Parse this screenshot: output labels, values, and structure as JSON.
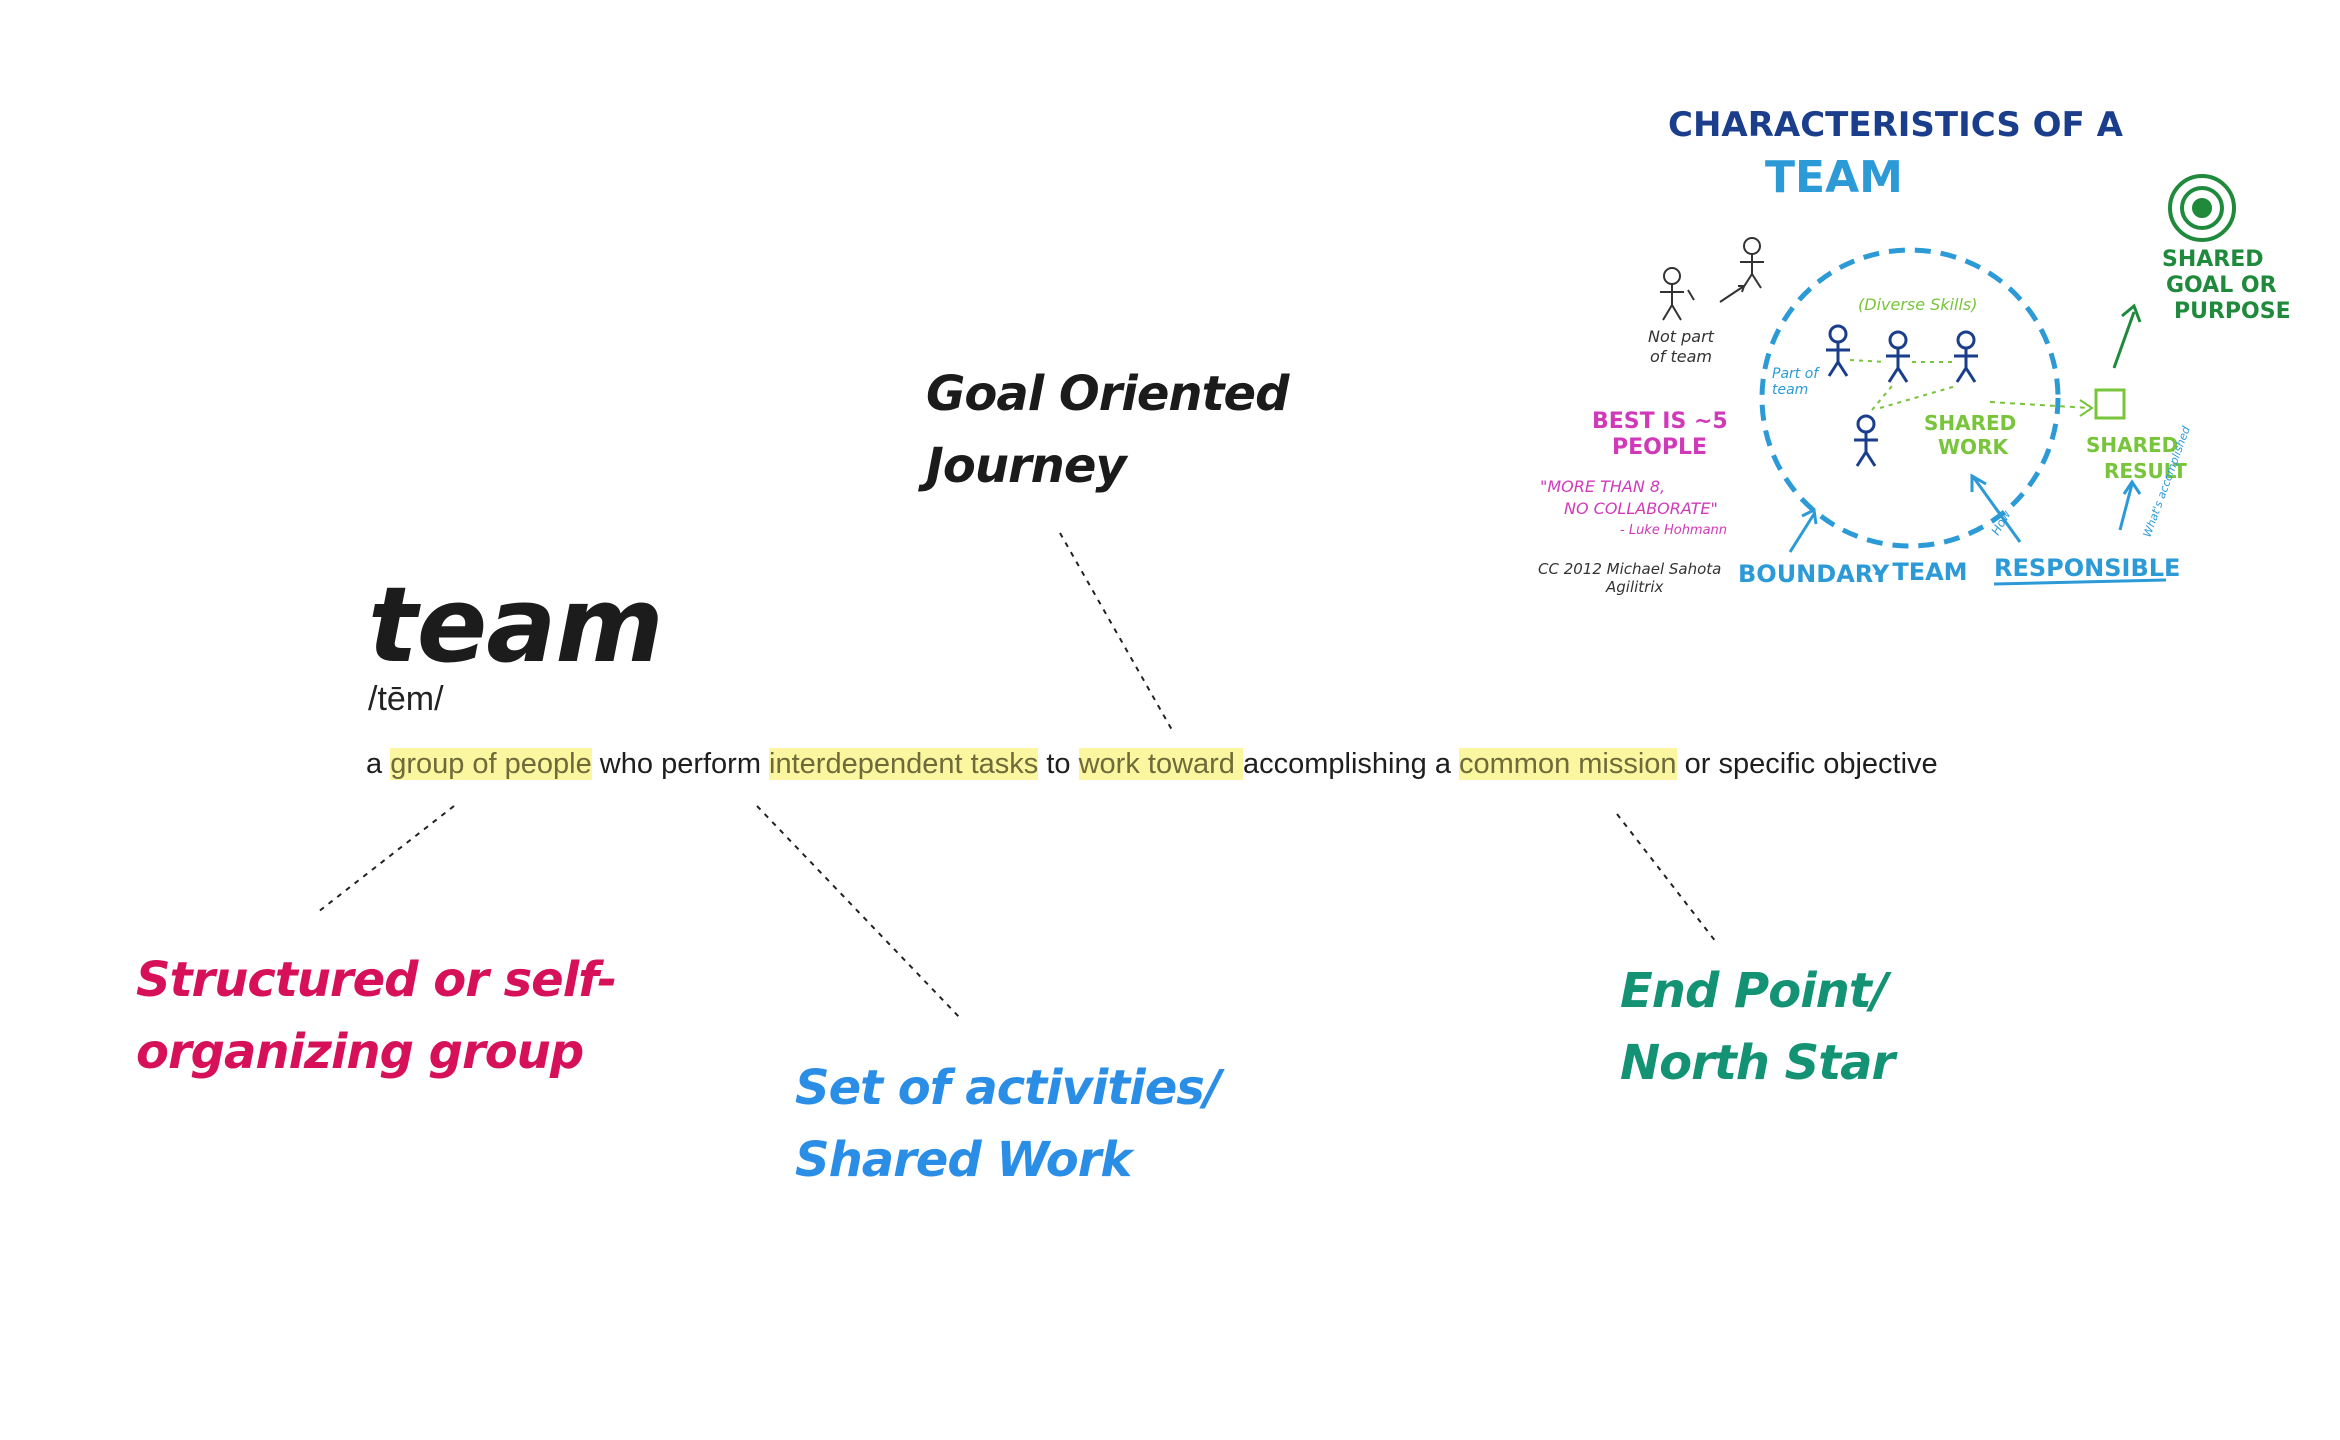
{
  "definition": {
    "word": "team",
    "pronunciation": "/tēm/",
    "segments": {
      "s0": "a ",
      "s1": "group of people",
      "s2": " who perform ",
      "s3": "interdependent tasks",
      "s4": " to ",
      "s5": "work toward ",
      "s6": "accomplishing a ",
      "s7": "common mission",
      "s8": " or specific objective"
    }
  },
  "notes": {
    "goal": {
      "line1": "Goal Oriented",
      "line2": "Journey"
    },
    "group": {
      "line1": "Structured or self-",
      "line2": "organizing group"
    },
    "tasks": {
      "line1": "Set of activities/",
      "line2": "Shared Work"
    },
    "mission": {
      "line1": "End Point/",
      "line2": "North Star"
    }
  },
  "sketch": {
    "title_line1": "CHARACTERISTICS OF A",
    "title_line2": "TEAM",
    "not_part_1": "Not part",
    "not_part_2": "of team",
    "part_of_1": "Part of",
    "part_of_2": "team",
    "diverse_skills": "(Diverse Skills)",
    "best_is_1": "BEST IS ~5",
    "best_is_2": "PEOPLE",
    "quote_1": "\"MORE THAN 8,",
    "quote_2": "NO COLLABORATE\"",
    "quote_3": "- Luke Hohmann",
    "shared_work_1": "SHARED",
    "shared_work_2": "WORK",
    "shared_goal_1": "SHARED",
    "shared_goal_2": "GOAL OR",
    "shared_goal_3": "PURPOSE",
    "shared_result_1": "SHARED",
    "shared_result_2": "RESULT",
    "how": "How",
    "what": "What's accomplished",
    "boundary": "BOUNDARY",
    "team": "- TEAM",
    "responsible": "RESPONSIBLE",
    "credit_1": "CC 2012 Michael Sahota",
    "credit_2": "Agilitrix"
  },
  "colors": {
    "pink": "#d6115a",
    "blue": "#2a8ee6",
    "green": "#139274",
    "highlight": "#fbf7a0",
    "sketch_navy": "#1a3e8c",
    "sketch_cyan": "#2c9ad6",
    "sketch_green": "#78c43a",
    "sketch_darkgreen": "#1f8a3c",
    "sketch_magenta": "#d03ab8"
  }
}
